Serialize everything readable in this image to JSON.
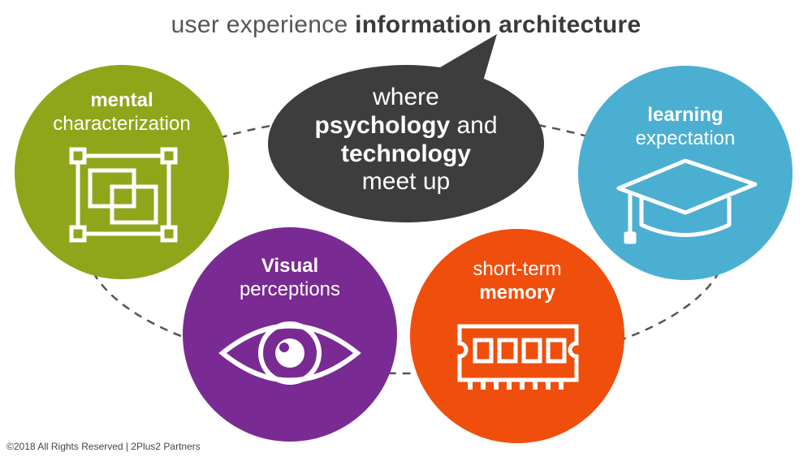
{
  "title": {
    "normal": "user experience",
    "bold": "information architecture"
  },
  "bubble": {
    "line1": "where",
    "line2_bold": "psychology",
    "line2_rest": "and",
    "line3_bold": "technology",
    "line4": "meet up"
  },
  "circles": {
    "mental": {
      "bold": "mental",
      "light": "characterization",
      "icon": "crop-frame-icon",
      "color": "#8fa61b"
    },
    "learning": {
      "bold": "learning",
      "light": "expectation",
      "icon": "graduation-cap-icon",
      "color": "#4bafd2"
    },
    "visual": {
      "bold": "Visual",
      "light": "perceptions",
      "icon": "eye-icon",
      "color": "#7a2a93"
    },
    "memory": {
      "light": "short-term",
      "bold": "memory",
      "icon": "memory-chip-icon",
      "color": "#f04e0c"
    }
  },
  "bubble_color": "#3d3d3d",
  "footer": "©2018 All Rights Reserved | 2Plus2 Partners"
}
